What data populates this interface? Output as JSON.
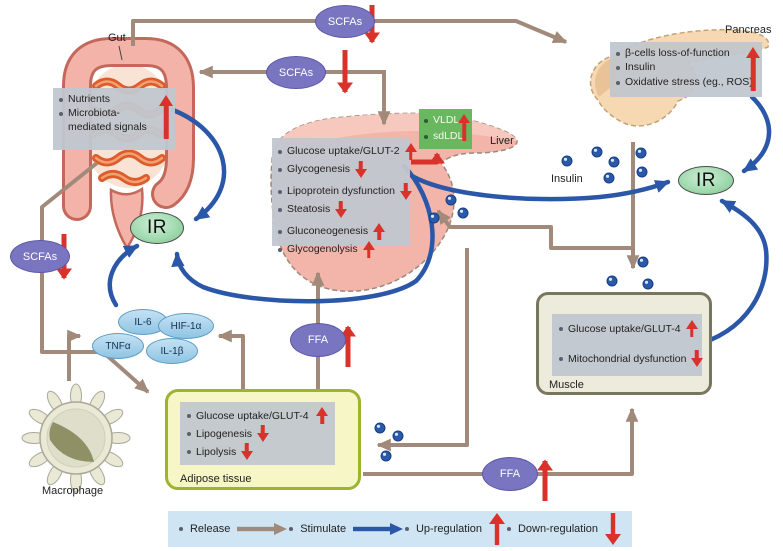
{
  "labels": {
    "gut": "Gut",
    "liver": "Liver",
    "pancreas": "Pancreas",
    "muscle": "Muscle",
    "adipose_tissue": "Adipose tissue",
    "macrophage": "Macrophage",
    "insulin": "Insulin"
  },
  "ovals": {
    "scfas_top": "SCFAs",
    "scfas_mid": "SCFAs",
    "scfas_left": "SCFAs",
    "ffa_mid": "FFA",
    "ffa_bottom": "FFA",
    "ir_left": "IR",
    "ir_right": "IR"
  },
  "cytokines": {
    "il6": "IL-6",
    "hif1a": "HIF-1α",
    "tnfa": "TNFα",
    "il1b": "IL-1β"
  },
  "gut_box": {
    "items": [
      {
        "text": "Nutrients"
      },
      {
        "text": "Microbiota-mediated signals"
      }
    ],
    "regulation": "up"
  },
  "liver_box": {
    "items": [
      {
        "text": "Glucose uptake/GLUT-2",
        "regulation": "up"
      },
      {
        "text": "Glycogenesis",
        "regulation": "down"
      },
      {
        "text": "Lipoprotein dysfunction",
        "regulation": "down"
      },
      {
        "text": "Steatosis",
        "regulation": "down"
      },
      {
        "text": "Gluconeogenesis",
        "regulation": "up"
      },
      {
        "text": "Glycogenolysis",
        "regulation": "up"
      }
    ]
  },
  "vldl_box": {
    "items": [
      {
        "text": "VLDL"
      },
      {
        "text": "sdLDL"
      }
    ],
    "regulation": "up"
  },
  "pancreas_box": {
    "items": [
      {
        "text": "β-cells loss-of-function"
      },
      {
        "text": "Insulin"
      },
      {
        "text": "Oxidative stress (eg., ROS)"
      }
    ],
    "regulation": "up"
  },
  "muscle_box": {
    "items": [
      {
        "text": "Glucose uptake/GLUT-4",
        "regulation": "up"
      },
      {
        "text": "Mitochondrial dysfunction",
        "regulation": "down"
      }
    ]
  },
  "adipose_box": {
    "items": [
      {
        "text": "Glucose uptake/GLUT-4",
        "regulation": "up"
      },
      {
        "text": "Lipogenesis",
        "regulation": "down"
      },
      {
        "text": "Lipolysis",
        "regulation": "down"
      }
    ]
  },
  "legend": {
    "release": "Release",
    "stimulate": "Stimulate",
    "up": "Up-regulation",
    "down": "Down-regulation"
  },
  "colors": {
    "release_arrow": "#a28a7b",
    "stimulate_arrow": "#2b57a8",
    "regulation_arrow": "#d8322b",
    "scfas_ffa_oval": "#7a75c0",
    "ir_oval": "#a2dab0",
    "cytokine_oval": "#a6d4ec",
    "info_box": "#c1c7cf",
    "vldl_box": "#69b85f",
    "muscle_box_fill": "#ecebdc",
    "adipose_box_fill": "#f6f6c6",
    "legend_bg": "#cfe5f4",
    "insulin_dot": "#2a58aa"
  }
}
